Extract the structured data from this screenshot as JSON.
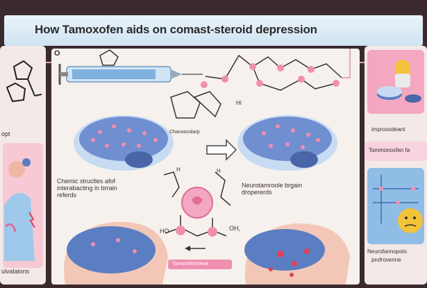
{
  "title": "How Tamoxofen aids on comast-steroid depression",
  "labels": {
    "chemical_center": "Chanoocolarp",
    "center_left_line1": "Chemic structles afof",
    "center_left_line2": "interabacting in brrain",
    "center_left_line3": "referds",
    "center_right_line1": "Neurotamroole brgain",
    "center_right_line2": "dropererds",
    "bottom_chem": "Tamoxofrinmena",
    "left_top": "opt",
    "left_bottom": "ulvalaions",
    "right_top": "improsodeant",
    "right_mid": "Tammonoxfen fa",
    "right_bottom_line1": "Neurofannopolo",
    "right_bottom_line2": "profrovenne"
  },
  "molecule_labels": {
    "o": "O",
    "h1": "H",
    "h2": "H",
    "ho": "HO",
    "oh": "OH,",
    "hl": "HI"
  },
  "colors": {
    "background": "#3a2a2e",
    "title_bar": "#dcebf6",
    "brain_blue": "#5b7ec2",
    "brain_pink": "#e06c9a",
    "accent_pink": "#ef8fb0",
    "yellow": "#f2c23a"
  }
}
